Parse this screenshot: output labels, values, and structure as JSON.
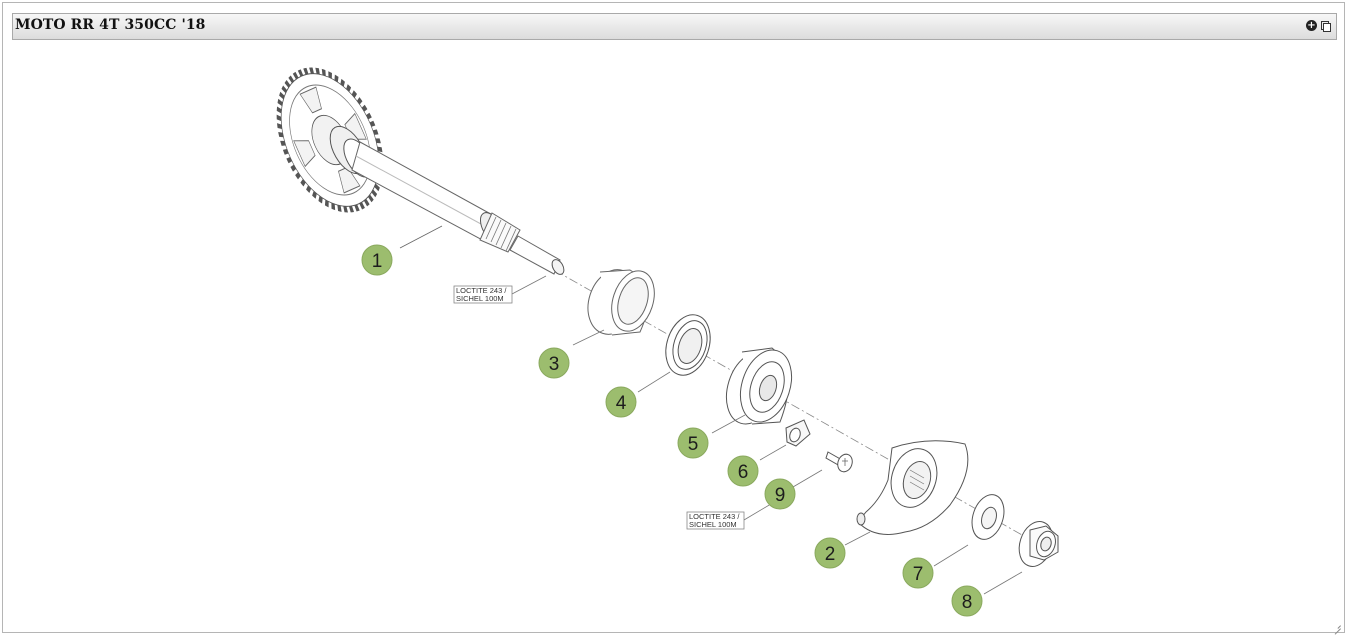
{
  "window": {
    "title": "MOTO RR 4T 350CC '18"
  },
  "toolbar": {
    "icons": [
      "zoom-plus-icon",
      "copy-icon"
    ],
    "plus_glyph": "+"
  },
  "diagram": {
    "callouts": [
      "1",
      "2",
      "3",
      "4",
      "5",
      "6",
      "7",
      "8",
      "9"
    ],
    "notes": [
      {
        "line1": "LOCTITE 243 /",
        "line2": "SICHEL 100M"
      },
      {
        "line1": "LOCTITE 243 /",
        "line2": "SICHEL 100M"
      }
    ],
    "callout_color": "#9cbd6e"
  }
}
